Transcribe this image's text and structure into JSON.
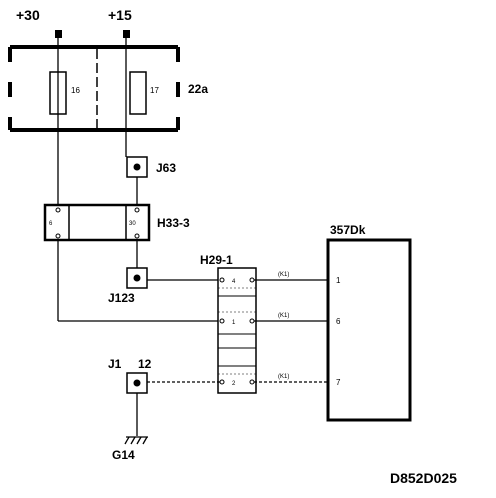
{
  "supply": {
    "left": "+30",
    "right": "+15"
  },
  "fuse_block": {
    "name": "22a",
    "fuse_left": "16",
    "fuse_right": "17"
  },
  "connector_j63": "J63",
  "relay": {
    "name": "H33-3",
    "pin_left": "6",
    "pin_right": "30"
  },
  "connector_j123": "J123",
  "connector_h29": {
    "name": "H29-1",
    "pins": [
      "4",
      "1",
      "2"
    ],
    "wire_tags": [
      "(K1)",
      "(K1)",
      "(K1)"
    ]
  },
  "module": {
    "name": "357Dk",
    "pins": [
      "1",
      "6",
      "7"
    ]
  },
  "connector_j1": {
    "name": "J1",
    "pin": "12"
  },
  "ground": "G14",
  "diagram_code": "D852D025"
}
